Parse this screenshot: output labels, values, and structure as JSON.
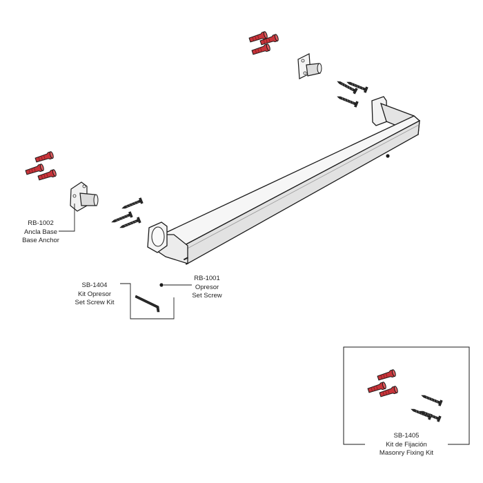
{
  "parts": {
    "base_anchor": {
      "code": "RB-1002",
      "name_es": "Ancla Base",
      "name_en": "Base Anchor"
    },
    "set_screw_kit": {
      "code": "SB-1404",
      "name_es": "Kit Opresor",
      "name_en": "Set Screw Kit"
    },
    "set_screw": {
      "code": "RB-1001",
      "name_es": "Opresor",
      "name_en": "Set Screw"
    },
    "masonry_kit": {
      "code": "SB-1405",
      "name_es": "Kit de Fijación",
      "name_en": "Masonry Fixing Kit"
    }
  },
  "colors": {
    "anchor_red": "#c8343a",
    "anchor_dark": "#7a1c20",
    "outline": "#1a1a1a",
    "metal": "#ececec",
    "screw": "#2a2a2a"
  }
}
